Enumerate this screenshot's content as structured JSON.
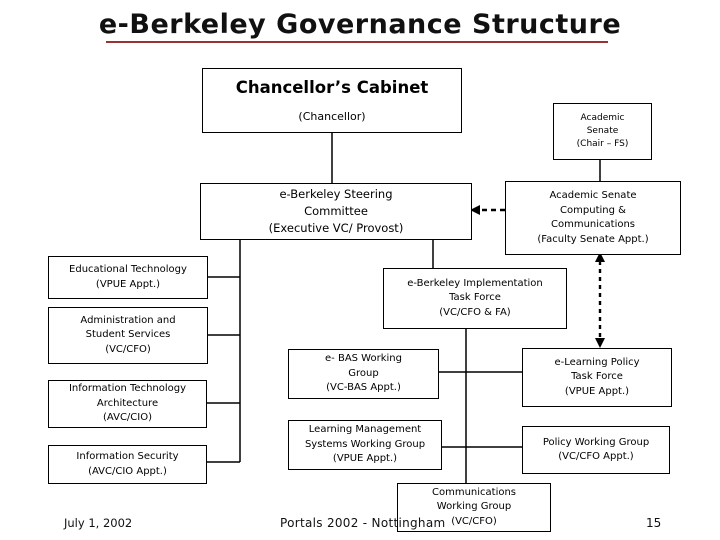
{
  "title": "e-Berkeley Governance Structure",
  "colors": {
    "title_underline": "#993333",
    "connector": "#000000"
  },
  "nodes": {
    "cabinet": {
      "title": "Chancellor’s Cabinet",
      "subtitle": "(Chancellor)"
    },
    "senate": {
      "text": "Academic\nSenate\n(Chair – FS)"
    },
    "steering": {
      "text": "e-Berkeley Steering\nCommittee\n(Executive VC/ Provost)"
    },
    "ascc": {
      "text": "Academic Senate\nComputing &\nCommunications\n(Faculty Senate Appt.)"
    },
    "edtech": {
      "text": "Educational Technology\n(VPUE Appt.)"
    },
    "admin": {
      "text": "Administration and\nStudent Services\n(VC/CFO)"
    },
    "ita": {
      "text": "Information Technology\nArchitecture\n(AVC/CIO)"
    },
    "infosec": {
      "text": "Information Security\n(AVC/CIO Appt.)"
    },
    "implementation": {
      "text": "e-Berkeley Implementation\nTask Force\n(VC/CFO & FA)"
    },
    "ebas": {
      "text": "e- BAS Working\nGroup\n(VC-BAS Appt.)"
    },
    "elearning": {
      "text": "e-Learning Policy\nTask Force\n(VPUE Appt.)"
    },
    "lms": {
      "text": "Learning Management\nSystems Working Group\n(VPUE Appt.)"
    },
    "policy": {
      "text": "Policy Working Group\n(VC/CFO Appt.)"
    },
    "comms": {
      "text": "Communications\nWorking Group\n(VC/CFO)"
    }
  },
  "footer": {
    "date": "July 1, 2002",
    "event": "Portals 2002 - Nottingham",
    "page": "15"
  }
}
